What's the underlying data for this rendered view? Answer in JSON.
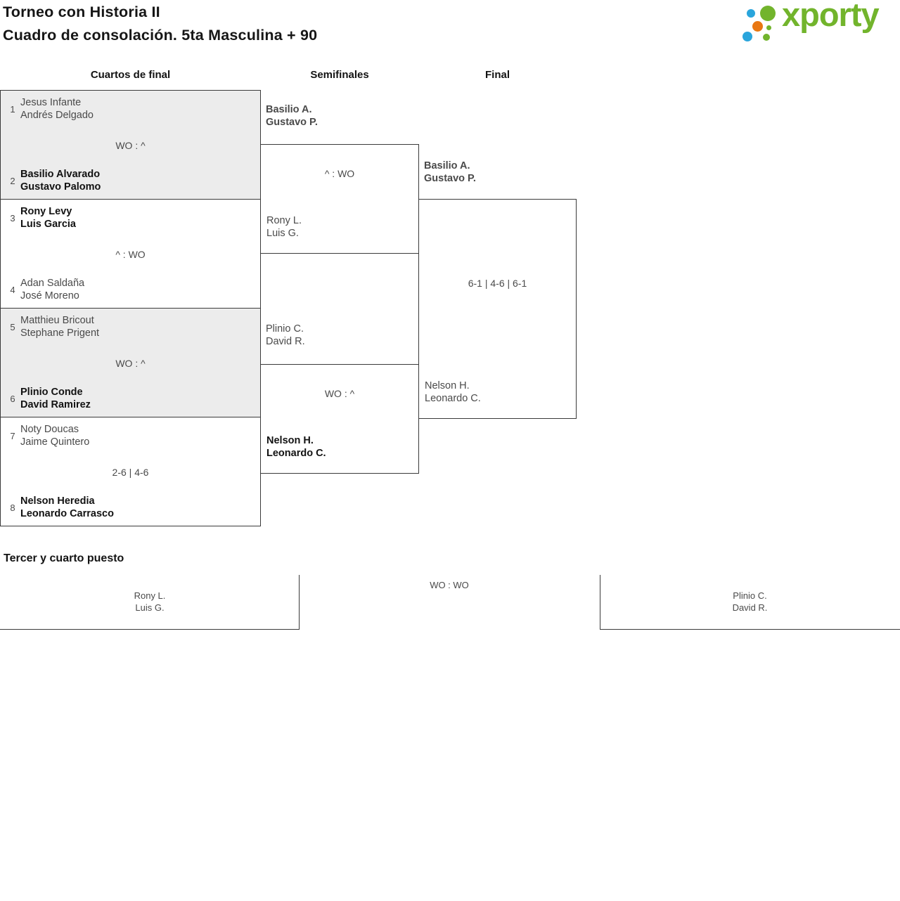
{
  "header": {
    "title_line1": "Torneo con Historia II",
    "title_line2": "Cuadro de consolación. 5ta Masculina + 90",
    "logo_text": "xporty"
  },
  "colors": {
    "brand_green": "#72b42c",
    "brand_blue": "#2aa5dc",
    "brand_orange": "#e97711",
    "shaded_box": "#ececec",
    "line": "#3a3a3a",
    "text_muted": "#4a4a4a",
    "text_winner": "#121212"
  },
  "bracket": {
    "round_headers": [
      "Cuartos de final",
      "Semifinales",
      "Final"
    ],
    "quarterfinals": [
      {
        "seed_top": "1",
        "top": [
          "Jesus Infante",
          "Andrés Delgado"
        ],
        "seed_bottom": "2",
        "bottom": [
          "Basilio Alvarado",
          "Gustavo Palomo"
        ],
        "score": "WO : ^"
      },
      {
        "seed_top": "3",
        "top": [
          "Rony Levy",
          "Luis Garcia"
        ],
        "seed_bottom": "4",
        "bottom": [
          "Adan Saldaña",
          "José Moreno"
        ],
        "score": "^ : WO"
      },
      {
        "seed_top": "5",
        "top": [
          "Matthieu Bricout",
          "Stephane Prigent"
        ],
        "seed_bottom": "6",
        "bottom": [
          "Plinio Conde",
          "David Ramirez"
        ],
        "score": "WO : ^"
      },
      {
        "seed_top": "7",
        "top": [
          "Noty Doucas",
          "Jaime Quintero"
        ],
        "seed_bottom": "8",
        "bottom": [
          "Nelson Heredia",
          "Leonardo Carrasco"
        ],
        "score": "2-6 | 4-6"
      }
    ],
    "semifinals": [
      {
        "top": [
          "Basilio A.",
          "Gustavo P."
        ],
        "bottom": [
          "Rony L.",
          "Luis G."
        ],
        "score": "^ : WO"
      },
      {
        "top": [
          "Plinio C.",
          "David R."
        ],
        "bottom": [
          "Nelson H.",
          "Leonardo C."
        ],
        "score": "WO : ^"
      }
    ],
    "final": {
      "top": [
        "Basilio A.",
        "Gustavo P."
      ],
      "bottom": [
        "Nelson H.",
        "Leonardo C."
      ],
      "score": "6-1 | 4-6 | 6-1"
    }
  },
  "third_place": {
    "heading": "Tercer y cuarto puesto",
    "left": [
      "Rony L.",
      "Luis G."
    ],
    "right": [
      "Plinio C.",
      "David R."
    ],
    "score": "WO : WO"
  }
}
